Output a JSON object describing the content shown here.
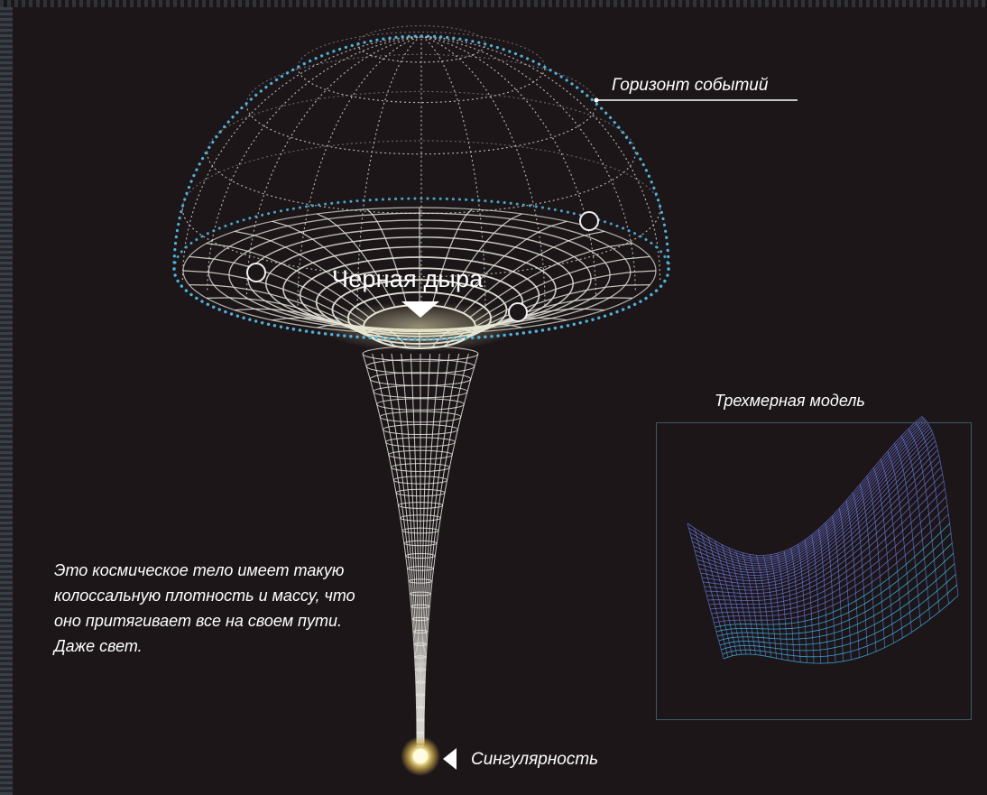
{
  "labels": {
    "event_horizon": "Горизонт событий",
    "black_hole": "Черная дыра",
    "model_title": "Трехмерная модель",
    "singularity": "Сингулярность"
  },
  "description": "Это космическое тело имеет такую колоссальную плотность и массу, что оно притягивает все на своем пути. Даже свет.",
  "colors": {
    "background": "#1c1619",
    "horizon_dots": "#4fb3d9",
    "grid_lines": "#e8e8e0",
    "model_mesh": "#5a7fe0",
    "model_glow": "#3fd0ff",
    "singularity": "#fff2a8"
  },
  "icons": [
    "triangle-down-icon",
    "triangle-left-icon",
    "orbit-circle-icon",
    "singularity-star-icon"
  ]
}
